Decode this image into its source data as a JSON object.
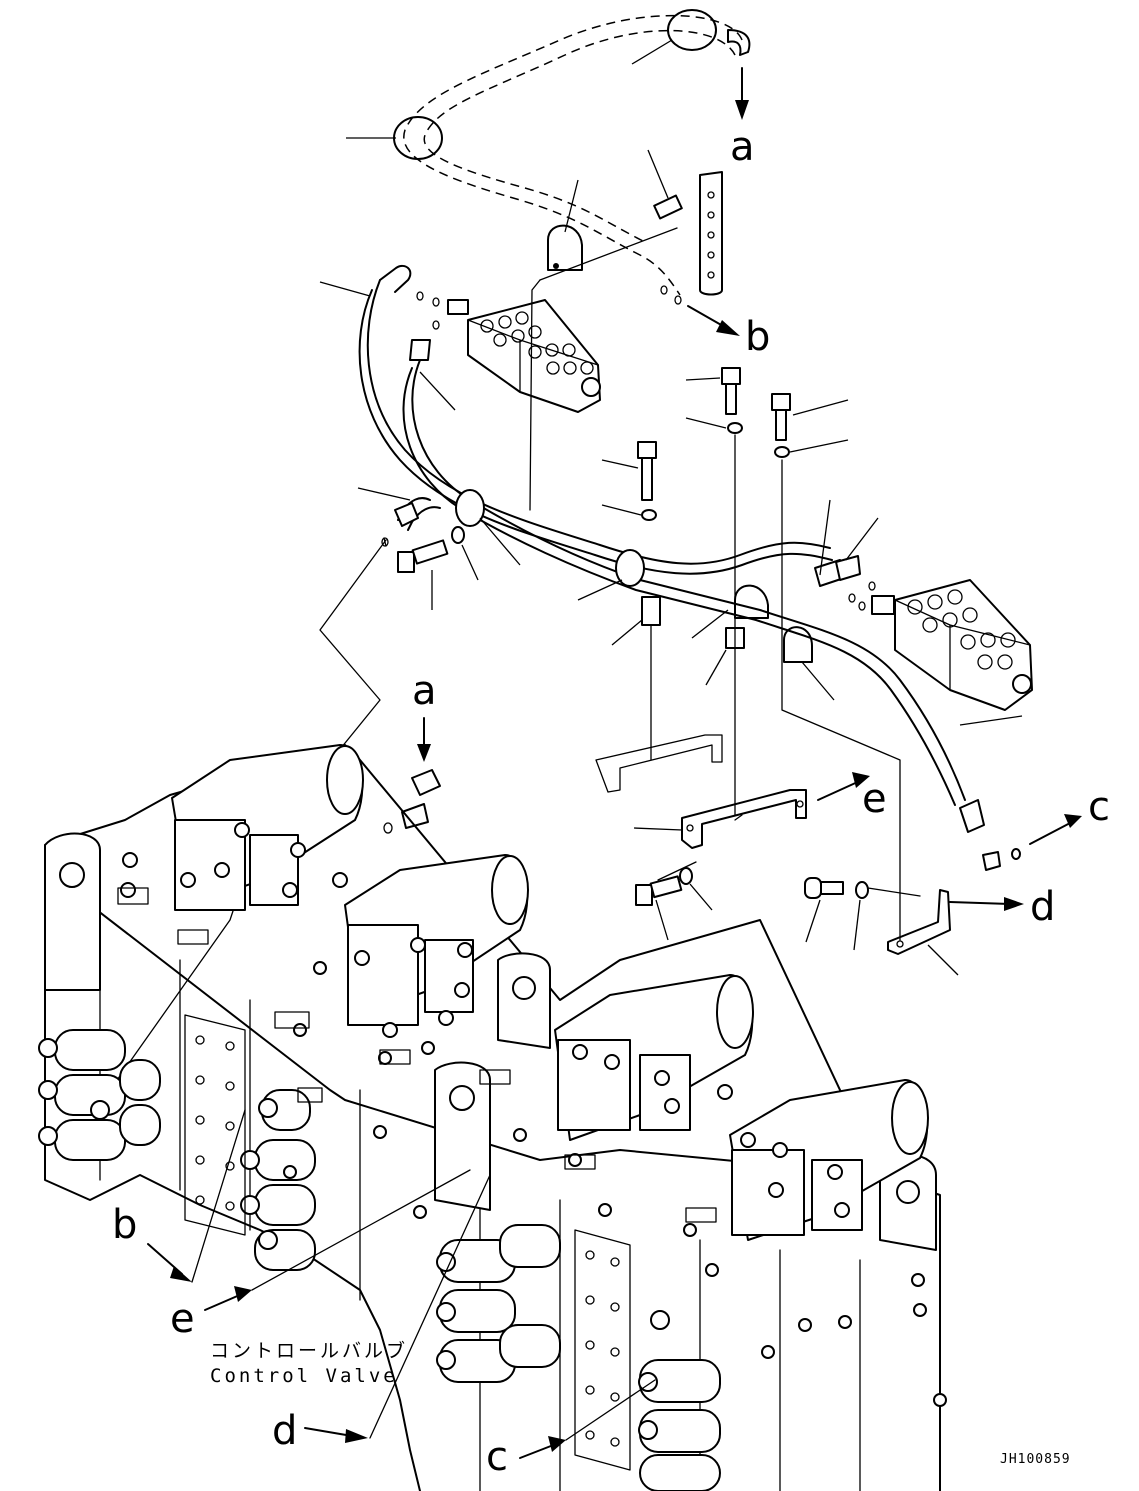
{
  "labels": {
    "a_top": "a",
    "b_top": "b",
    "c_top": "c",
    "d_top": "d",
    "e_top": "e",
    "a_mid": "a",
    "b_bottom": "b",
    "e_bottom": "e",
    "d_bottom": "d",
    "c_bottom": "c"
  },
  "caption": {
    "japanese": "コントロールバルブ",
    "english": "Control Valve"
  },
  "drawing_code": "JH100859"
}
